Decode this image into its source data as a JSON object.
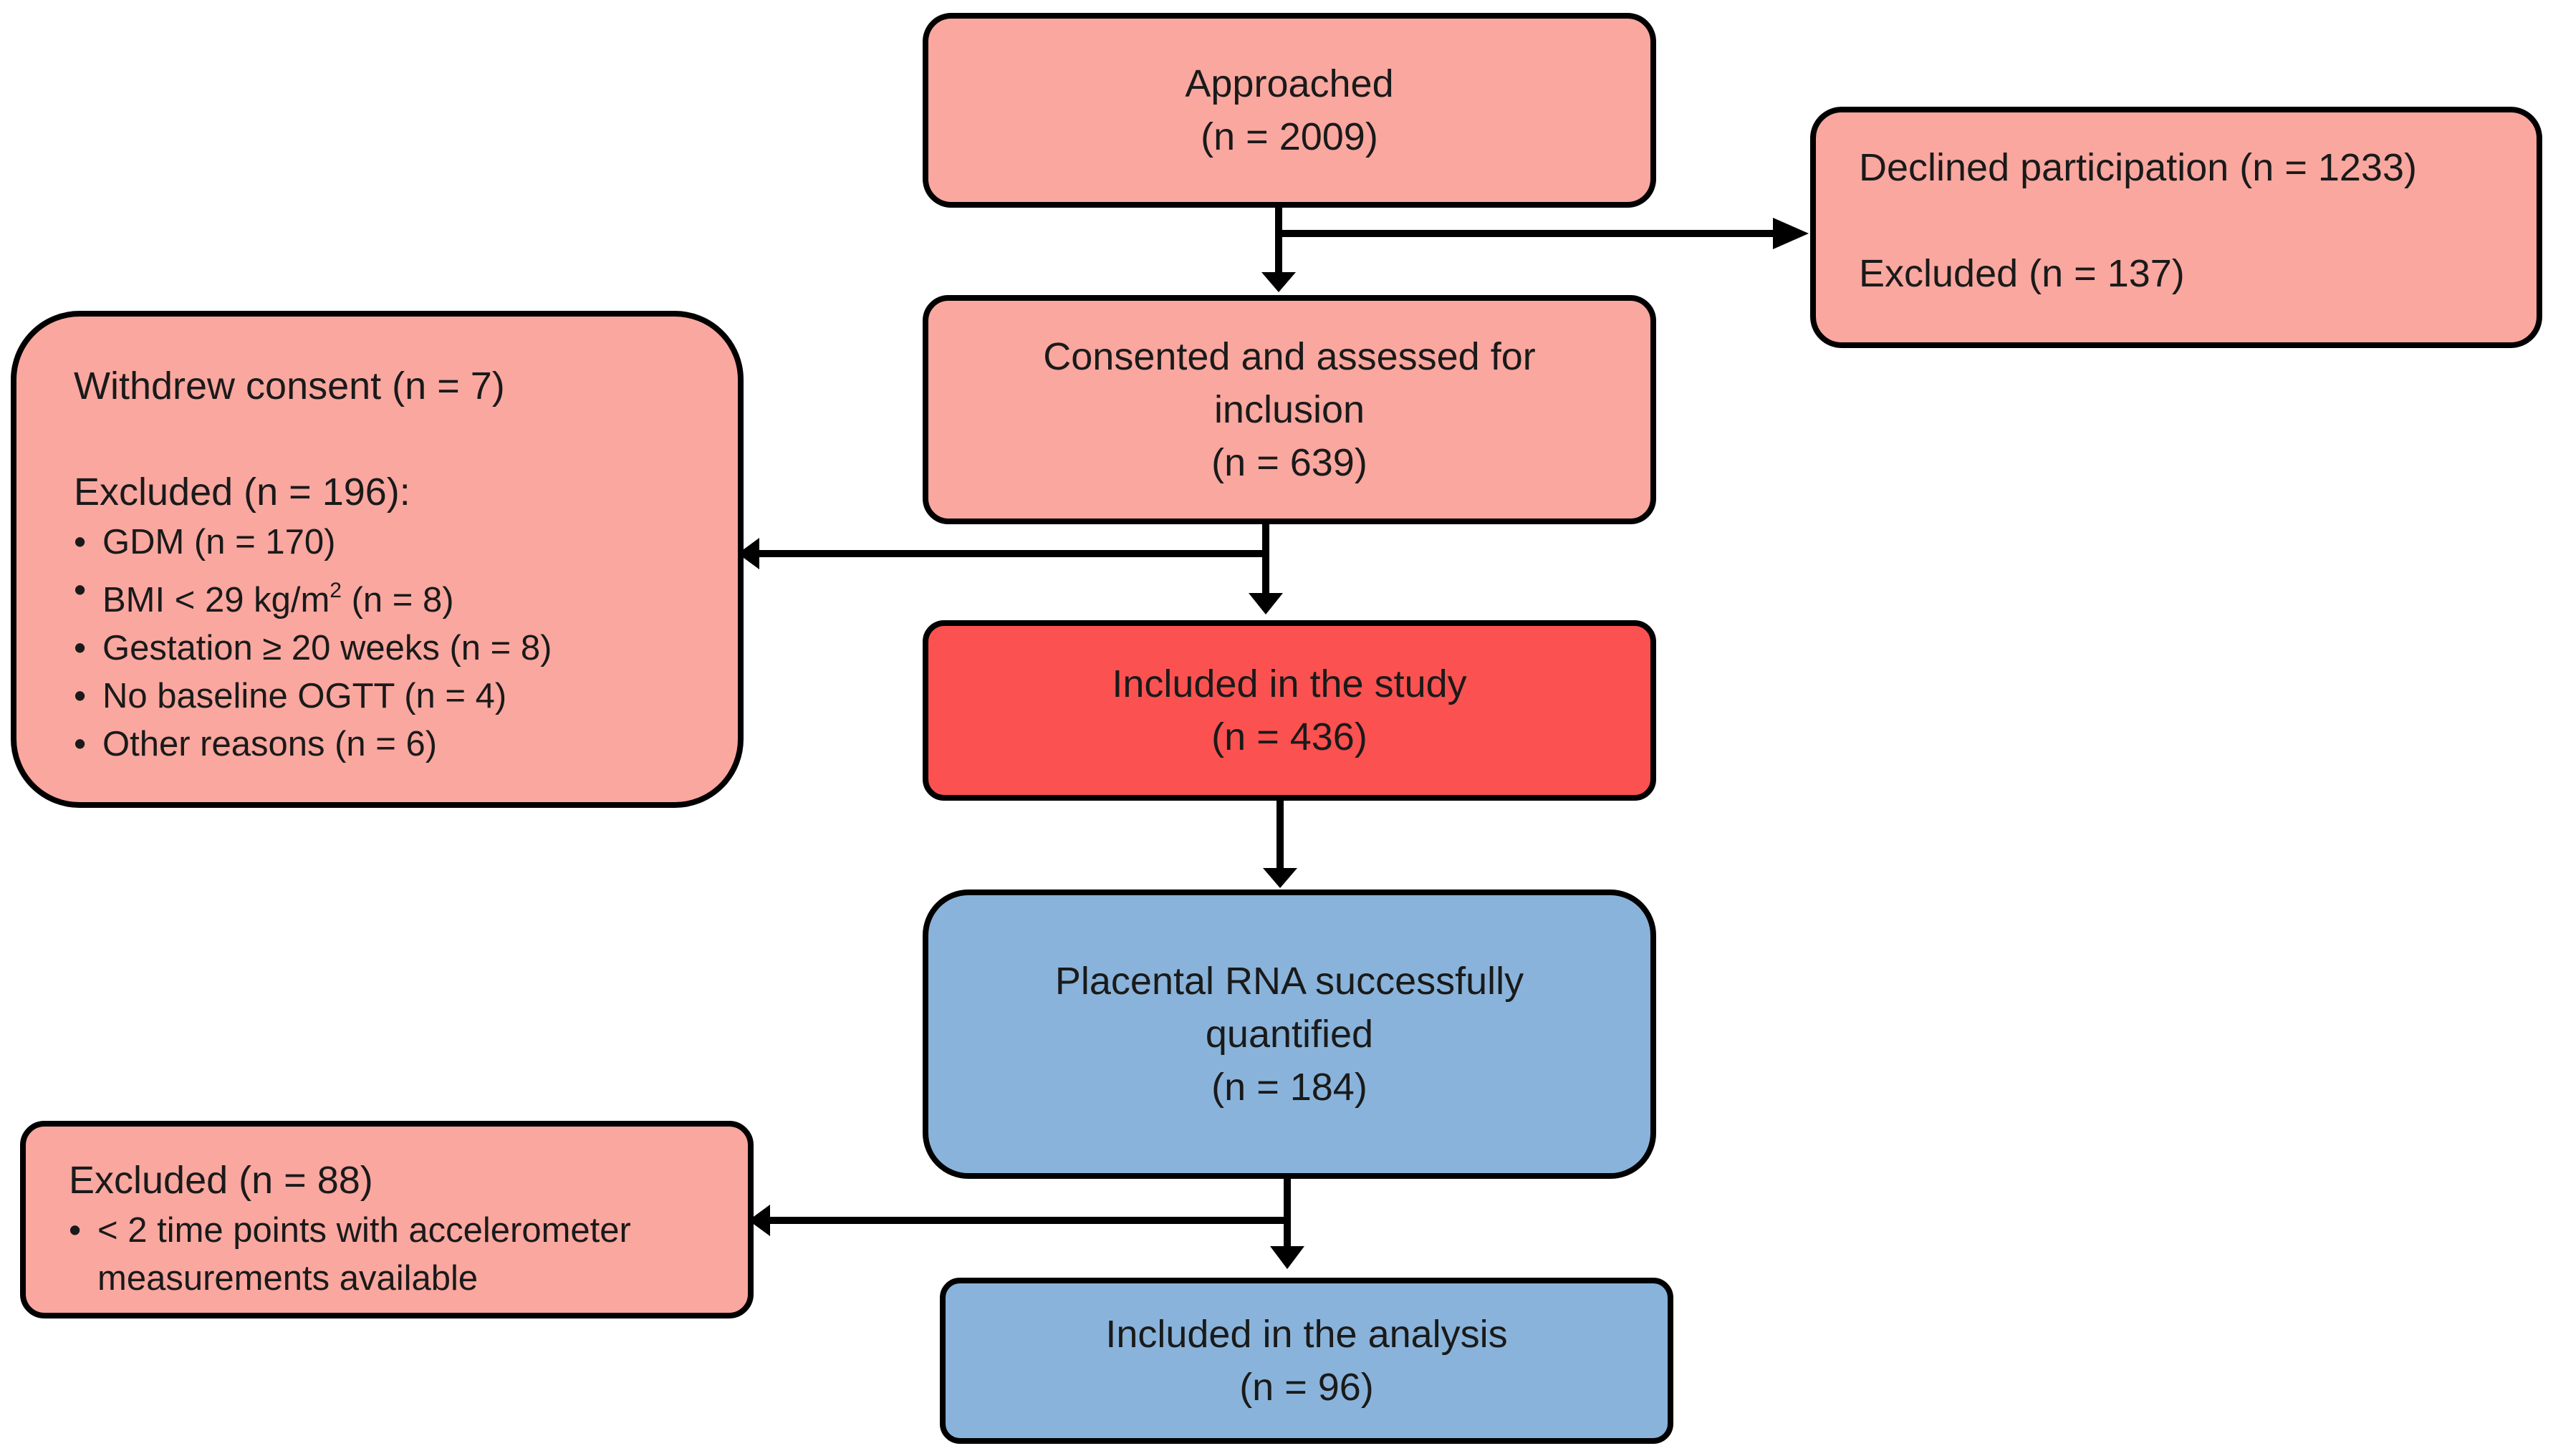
{
  "approached": {
    "title": "Approached",
    "count": "(n = 2009)"
  },
  "declined": {
    "line1": "Declined participation (n = 1233)",
    "line2": "Excluded (n = 137)"
  },
  "consented": {
    "title_line1": "Consented and assessed for",
    "title_line2": "inclusion",
    "count": "(n = 639)"
  },
  "withdrew": {
    "line1": "Withdrew consent (n = 7)",
    "excluded_heading": "Excluded (n = 196):",
    "items": {
      "gdm": "GDM (n = 170)",
      "bmi_prefix": "BMI < 29 kg/m",
      "bmi_sup": "2",
      "bmi_suffix": " (n = 8)",
      "gestation": "Gestation ≥ 20 weeks (n = 8)",
      "ogtt": "No baseline OGTT (n = 4)",
      "other": "Other reasons (n = 6)"
    }
  },
  "included_study": {
    "title": "Included in the study",
    "count": "(n = 436)"
  },
  "rna": {
    "title_line1": "Placental RNA successfully",
    "title_line2": "quantified",
    "count": "(n = 184)"
  },
  "excluded88": {
    "title": "Excluded (n = 88)",
    "item_line1": "< 2 time points with accelerometer",
    "item_line2": "measurements available"
  },
  "included_analysis": {
    "title": "Included in the analysis",
    "count": "(n = 96)"
  },
  "colors": {
    "pink": "#f9a79f",
    "red": "#fb5150",
    "blue": "#89b3da",
    "border": "#000000"
  }
}
